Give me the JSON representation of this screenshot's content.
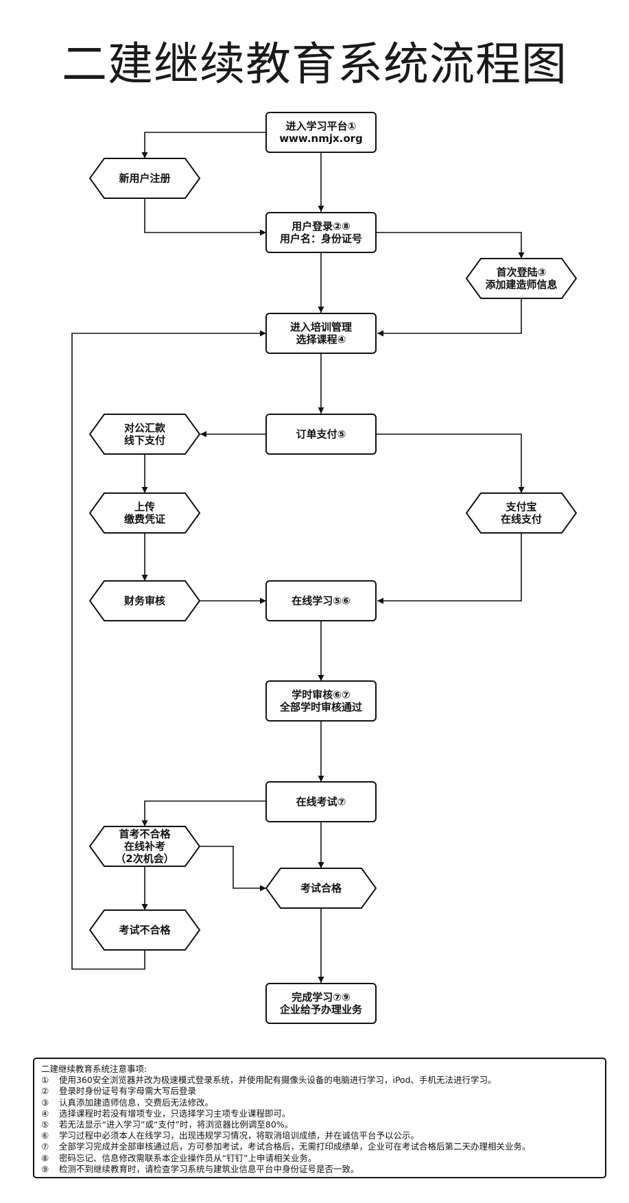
{
  "title": "二建继续教育系统流程图",
  "nodes": {
    "enter_platform": [
      "进入学习平台①",
      "www.nmjx.org"
    ],
    "new_user_register": [
      "新用户注册"
    ],
    "user_login": [
      "用户登录②⑧",
      "用户名：身份证号"
    ],
    "first_login": [
      "首次登陆③",
      "添加建造师信息"
    ],
    "training_mgmt": [
      "进入培训管理",
      "选择课程④"
    ],
    "order_payment": [
      "订单支付⑤"
    ],
    "bank_transfer": [
      "对公汇款",
      "线下支付"
    ],
    "alipay": [
      "支付宝",
      "在线支付"
    ],
    "upload_receipt": [
      "上传",
      "缴费凭证"
    ],
    "finance_review": [
      "财务审核"
    ],
    "online_study": [
      "在线学习⑤⑥"
    ],
    "hours_review": [
      "学时审核⑥⑦",
      "全部学时审核通过"
    ],
    "online_exam": [
      "在线考试⑦"
    ],
    "retake": [
      "首考不合格",
      "在线补考",
      "（2次机会）"
    ],
    "exam_pass": [
      "考试合格"
    ],
    "exam_fail": [
      "考试不合格"
    ],
    "complete": [
      "完成学习⑦⑨",
      "企业给予办理业务"
    ]
  },
  "notes": {
    "heading": "二建继续教育系统注意事项:",
    "items": [
      {
        "num": "①",
        "text": "使用360安全浏览器并改为极速模式登录系统，并使用配有摄像头设备的电脑进行学习，iPod、手机无法进行学习。"
      },
      {
        "num": "②",
        "text": "登录时身份证号有字母需大写后登录"
      },
      {
        "num": "③",
        "text": "认真添加建造师信息，交费后无法修改。"
      },
      {
        "num": "④",
        "text": "选择课程时若没有增项专业，只选择学习主项专业课程即可。"
      },
      {
        "num": "⑤",
        "text": "若无法显示“进入学习”或“支付”时，将浏览器比例调至80%。"
      },
      {
        "num": "⑥",
        "text": "学习过程中必须本人在线学习，出现违规学习情况，将取消培训成绩，并在诚信平台予以公示。"
      },
      {
        "num": "⑦",
        "text": "全部学习完成并全部审核通过后，方可参加考试，考试合格后，无需打印成绩单，企业可在考试合格后第二天办理相关业务。"
      },
      {
        "num": "⑧",
        "text": "密码忘记、信息修改需联系本企业操作员从“钉钉”上申请相关业务。"
      },
      {
        "num": "⑨",
        "text": "检测不到继续教育时，请检查学习系统与建筑业信息平台中身份证号是否一致。"
      }
    ]
  }
}
